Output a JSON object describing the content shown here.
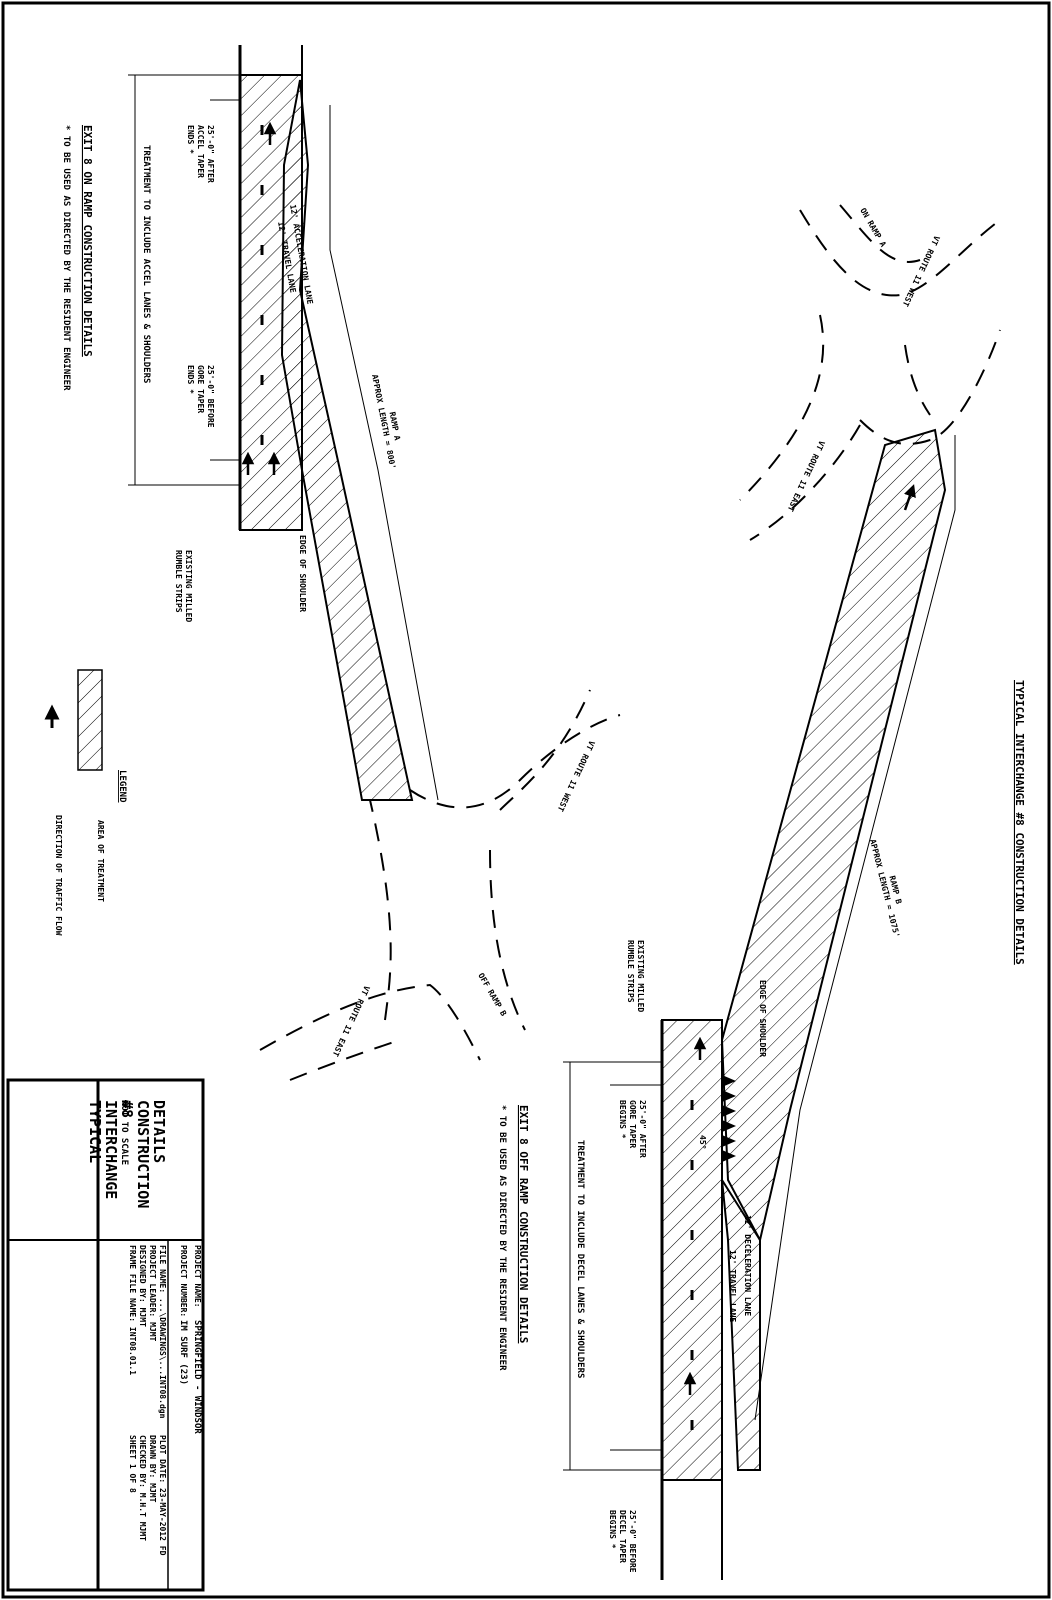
{
  "headings": {
    "main_title": "TYPICAL INTERCHANGE #8 CONSTRUCTION DETAILS",
    "on_ramp_title": "EXIT 8 ON RAMP CONSTRUCTION DETAILS",
    "on_ramp_note": "* TO BE USED AS DIRECTED BY THE RESIDENT ENGINEER",
    "off_ramp_title": "EXIT 8 OFF RAMP CONSTRUCTION DETAILS",
    "off_ramp_note": "* TO BE USED AS DIRECTED BY THE RESIDENT ENGINEER"
  },
  "labels": {
    "rt11_west_upper": "VT ROUTE 11 WEST",
    "on_ramp_a_upper": "ON RAMP A",
    "rt11_east_upper": "VT ROUTE 11 EAST",
    "rt11_west_lower": "VT ROUTE 11 WEST",
    "rt11_east_lower": "VT ROUTE 11 EAST",
    "off_ramp_b": "OFF RAMP B",
    "ramp_a_length_1": "RAMP A",
    "ramp_a_length_2": "APPROX LENGTH = 800'",
    "ramp_b_length_1": "RAMP B",
    "ramp_b_length_2": "APPROX LENGTH = 1075'",
    "accel_lane": "12' ACCELERATION LANE",
    "travel_lane_a": "12' TRAVEL LANE",
    "decel_lane": "12' DECELERATION LANE",
    "travel_lane_b": "12' TRAVEL LANE",
    "after_accel_1": "25'-0\" AFTER",
    "after_accel_2": "ACCEL TAPER",
    "after_accel_3": "ENDS *",
    "before_gore_1": "25'-0\" BEFORE",
    "before_gore_2": "GORE TAPER",
    "before_gore_3": "ENDS *",
    "treat_accel": "TREATMENT TO INCLUDE ACCEL LANES & SHOULDERS",
    "treat_decel": "TREATMENT TO INCLUDE DECEL LANES & SHOULDERS",
    "after_gore_1": "25'-0\" AFTER",
    "after_gore_2": "GORE TAPER",
    "after_gore_3": "BEGINS *",
    "before_decel_1": "25'-0\" BEFORE",
    "before_decel_2": "DECEL TAPER",
    "before_decel_3": "BEGINS *",
    "rumble_a_1": "EXISTING MILLED",
    "rumble_a_2": "RUMBLE STRIPS",
    "rumble_b_1": "EXISTING MILLED",
    "rumble_b_2": "RUMBLE STRIPS",
    "shoulder_a": "EDGE OF SHOULDER",
    "shoulder_b": "EDGE OF SHOULDER",
    "angle": "45°"
  },
  "legend": {
    "title": "LEGEND",
    "area": "AREA OF TREATMENT",
    "direction": "DIRECTION OF TRAFFIC FLOW"
  },
  "title_block": {
    "scale": "NOT TO SCALE",
    "title_1": "TYPICAL",
    "title_2": "INTERCHANGE",
    "title_3": "#8",
    "title_4": "CONSTRUCTION",
    "title_5": "DETAILS",
    "project_name_label": "PROJECT NAME:",
    "project_name": "SPRINGFIELD - WINDSOR",
    "project_number_label": "PROJECT NUMBER:",
    "project_number": "IM SURF (23)",
    "file_name": "FILE NAME: ...\\DRAWINGS\\...INT08.dgn",
    "plot_date": "PLOT DATE: 23-MAY-2012 FD",
    "project_leader": "PROJECT LEADER: MJMT",
    "drawn_by": "DRAWN BY: MJMT",
    "designed_by": "DESIGNED BY: MJMT",
    "checked_by": "CHECKED BY: M.H.T MJMT",
    "frame_file": "FRAME FILE NAME: INT08.01.1",
    "sheet": "SHEET 1 OF 8"
  }
}
